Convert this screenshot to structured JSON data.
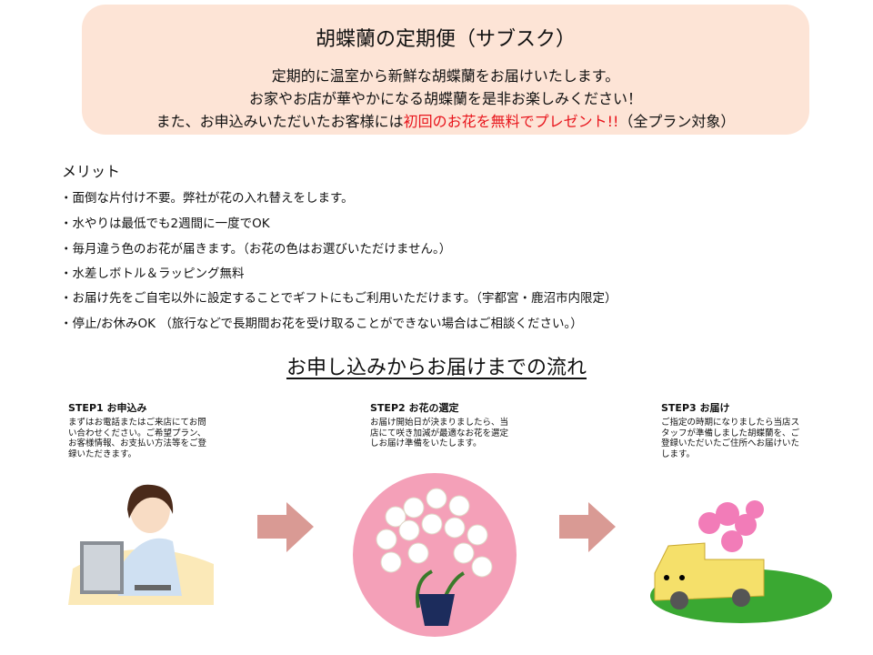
{
  "banner": {
    "title": "胡蝶蘭の定期便（サブスク）",
    "line1": "定期的に温室から新鮮な胡蝶蘭をお届けいたします。",
    "line2": "お家やお店が華やかになる胡蝶蘭を是非お楽しみください！",
    "line3_prefix": "また、お申込みいただいたお客様には",
    "line3_highlight": "初回のお花を無料でプレゼント!!",
    "line3_suffix": "（全プラン対象）"
  },
  "merits": {
    "heading": "メリット",
    "items": [
      "・面倒な片付け不要。弊社が花の入れ替えをします。",
      "・水やりは最低でも2週間に一度でOK",
      "・毎月違う色のお花が届きます。（お花の色はお選びいただけません。）",
      "・水差しボトル＆ラッピング無料",
      "・お届け先をご自宅以外に設定することでギフトにもご利用いただけます。（宇都宮・鹿沼市内限定）",
      "・停止/お休みOK （旅行などで長期間お花を受け取ることができない場合はご相談ください。）"
    ]
  },
  "flow": {
    "title": "お申し込みからお届けまでの流れ",
    "steps": [
      {
        "heading": "STEP1 お申込み",
        "text": "まずはお電話またはご来店にてお問い合わせください。ご希望プラン、お客様情報、お支払い方法等をご登録いただきます。"
      },
      {
        "heading": "STEP2 お花の選定",
        "text": "お届け開始日が決まりましたら、当店にて咲き加減が最適なお花を選定しお届け準備をいたします。"
      },
      {
        "heading": "STEP3 お届け",
        "text": "ご指定の時期になりましたら当店スタッフが準備しました胡蝶蘭を、ご登録いただいたご住所へお届けいたします。"
      }
    ]
  },
  "colors": {
    "banner_bg": "#fde4d6",
    "highlight": "#e8141b",
    "arrow": "#d99a94",
    "orchid_bg": "#f4a0b8"
  }
}
